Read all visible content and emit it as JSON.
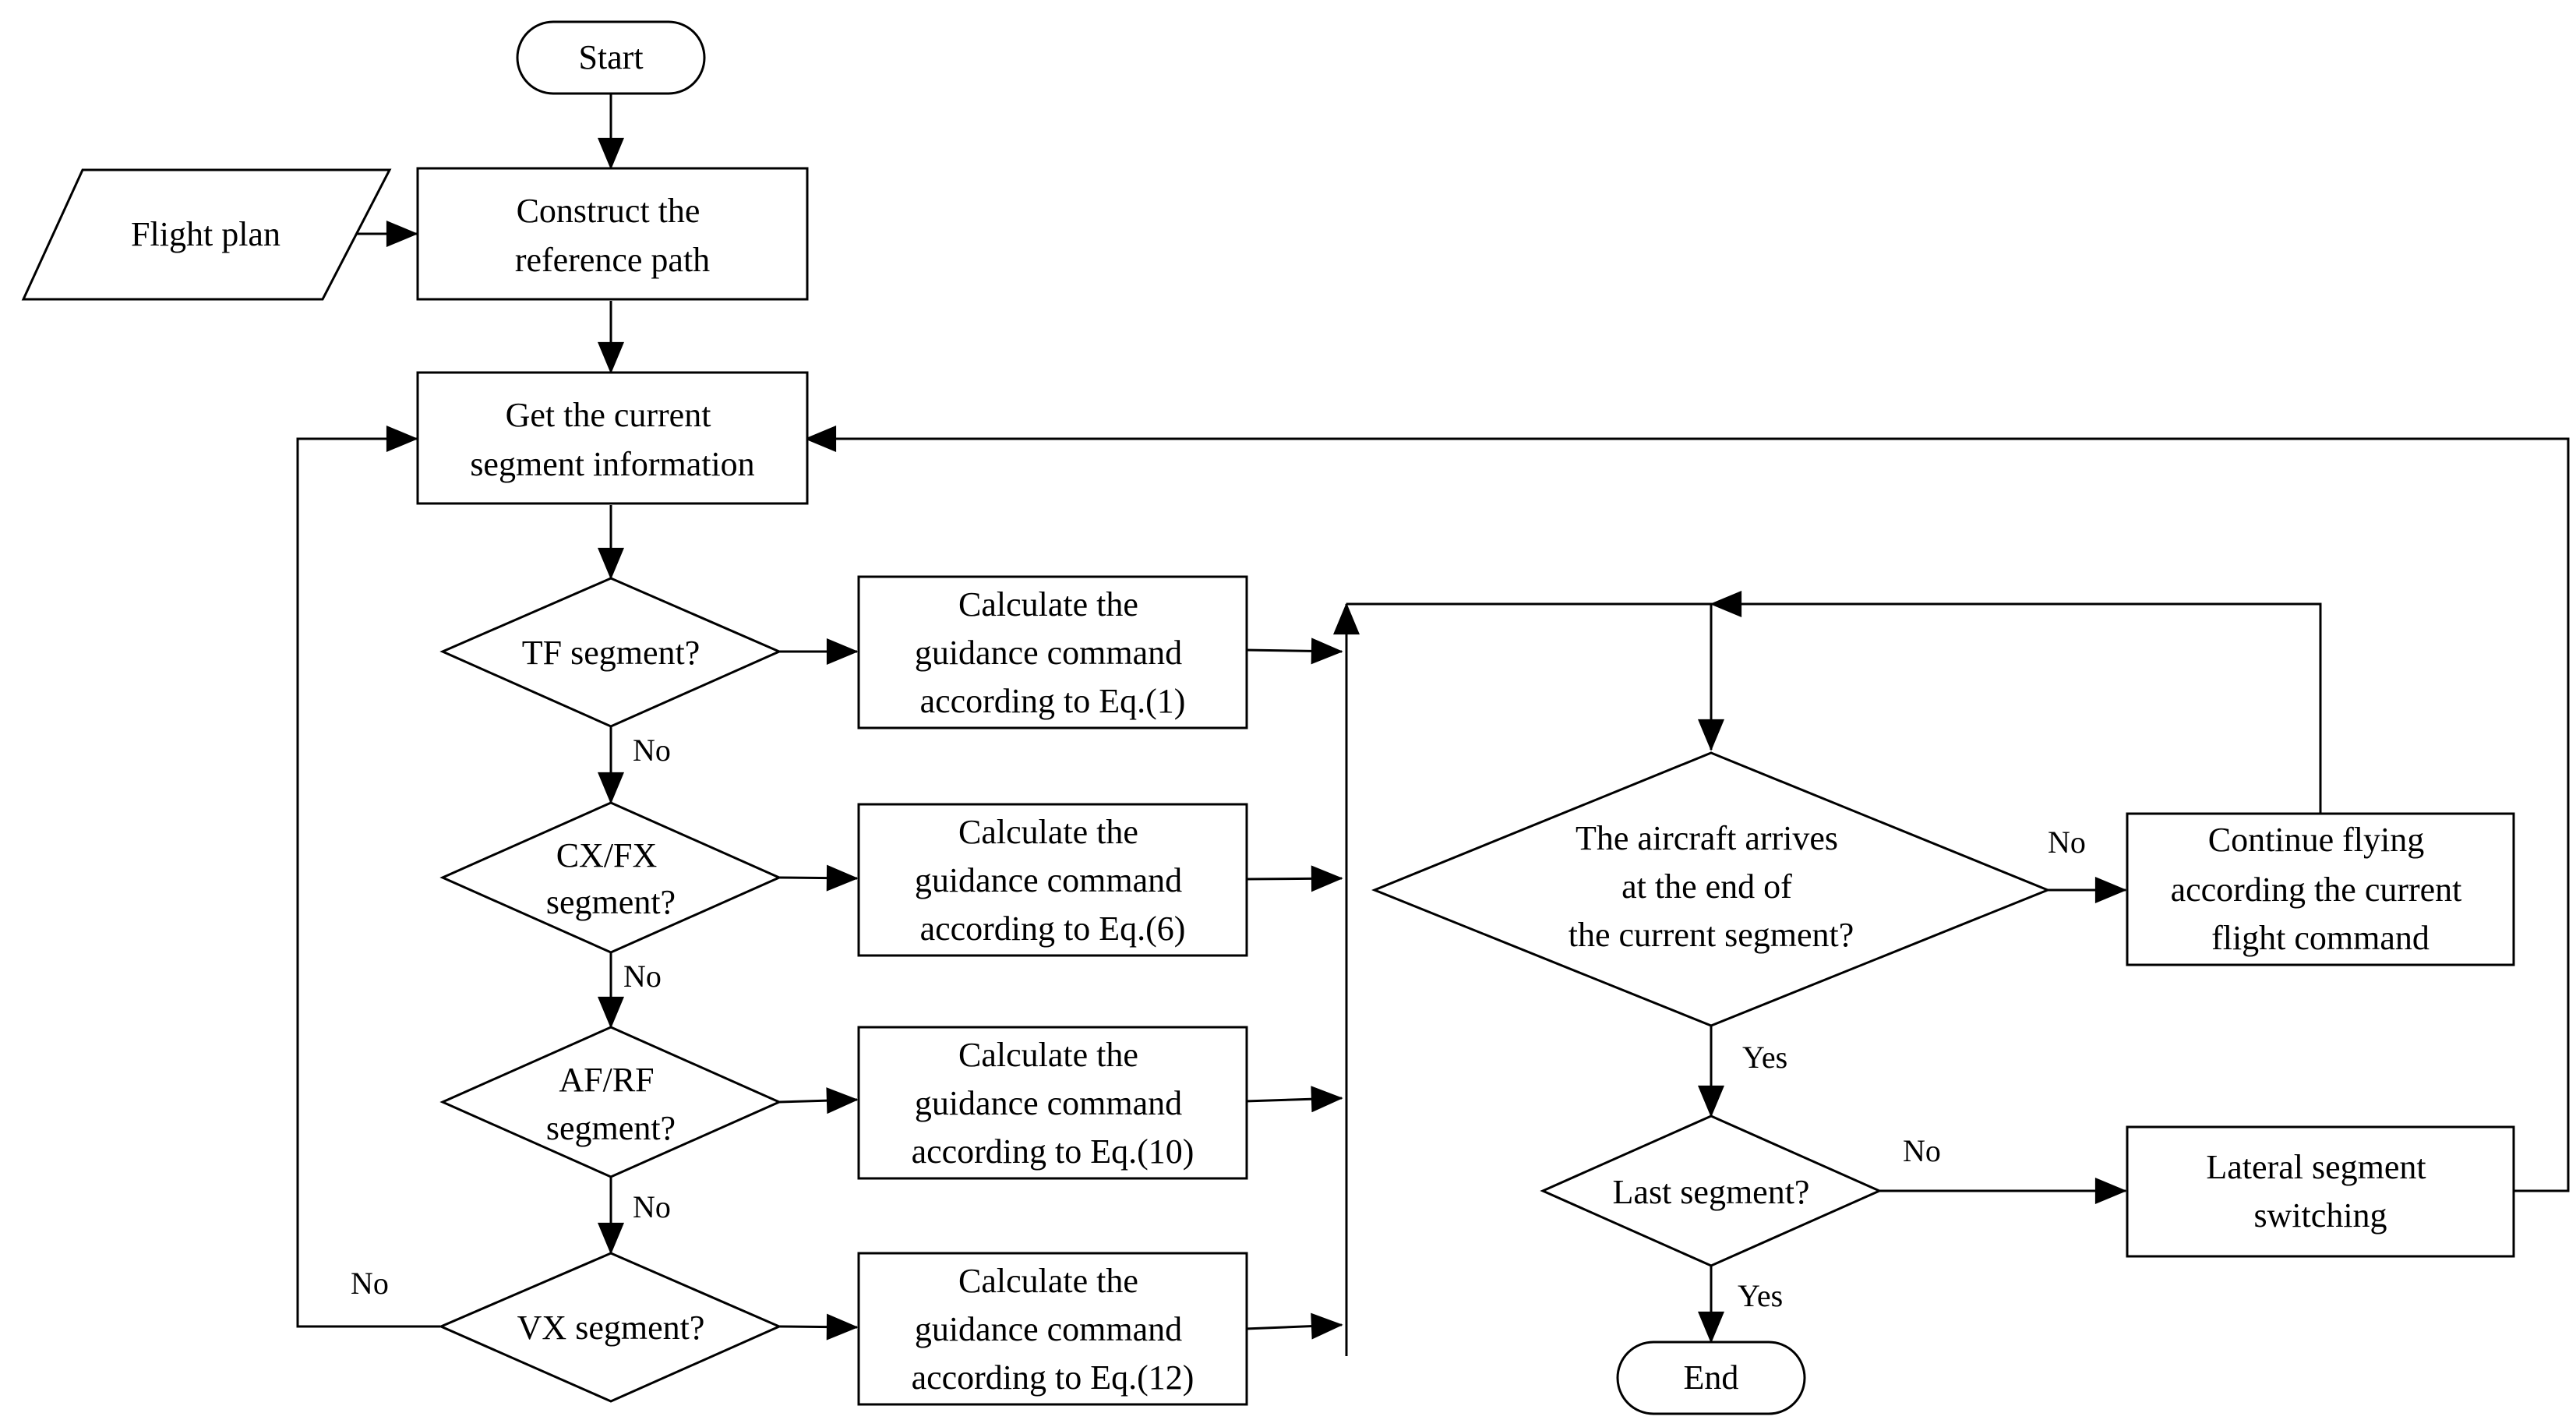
{
  "nodes": {
    "start": "Start",
    "flight_plan": "Flight plan",
    "construct": [
      "Construct the",
      "reference path"
    ],
    "get_segment": [
      "Get the current",
      "segment information"
    ],
    "tf_decision": [
      "TF segment?"
    ],
    "cxfx_decision": [
      "CX/FX",
      "segment?"
    ],
    "afrf_decision": [
      "AF/RF",
      "segment?"
    ],
    "vx_decision": [
      "VX segment?"
    ],
    "calc_eq1": [
      "Calculate the",
      "guidance command",
      "according to Eq.(1)"
    ],
    "calc_eq6": [
      "Calculate the",
      "guidance command",
      "according to Eq.(6)"
    ],
    "calc_eq10": [
      "Calculate the",
      "guidance command",
      "according to Eq.(10)"
    ],
    "calc_eq12": [
      "Calculate the",
      "guidance command",
      "according to Eq.(12)"
    ],
    "arrive_decision": [
      "The aircraft arrives",
      "at the end of",
      "the current segment?"
    ],
    "continue_flying": [
      "Continue flying",
      "according the current",
      "flight command"
    ],
    "last_decision": [
      "Last segment?"
    ],
    "lateral_switch": [
      "Lateral segment",
      "switching"
    ],
    "end": "End"
  },
  "edge_labels": {
    "tf_no": "No",
    "cxfx_no": "No",
    "afrf_no": "No",
    "vx_no": "No",
    "arrive_no": "No",
    "arrive_yes": "Yes",
    "last_no": "No",
    "last_yes": "Yes"
  }
}
